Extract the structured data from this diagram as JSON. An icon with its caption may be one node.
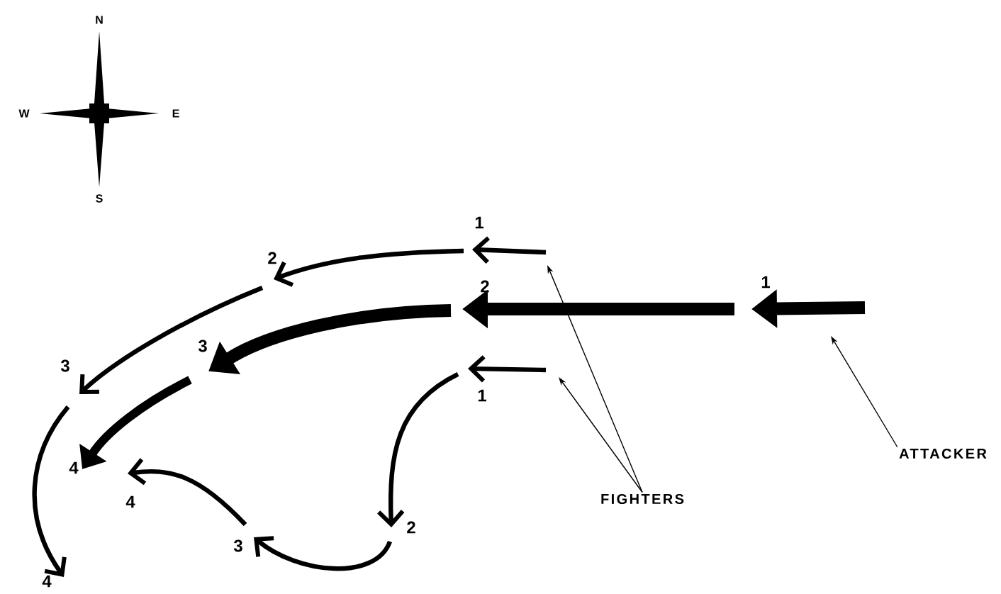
{
  "diagram": {
    "nodes": [
      {
        "text": [
          "FIGHTERS"
        ]
      },
      {
        "text": [
          "ATTACKER"
        ]
      }
    ],
    "edges": [
      {
        "from": 0,
        "to": null,
        "arrow": "to"
      },
      {
        "from": 0,
        "to": null,
        "arrow": "to"
      },
      {
        "from": 1,
        "to": null,
        "arrow": "to"
      }
    ],
    "labels": [
      "N",
      "W",
      "E",
      "S",
      "1",
      "2",
      "2",
      "1",
      "3",
      "3",
      "1",
      "4",
      "4",
      "2",
      "3",
      "4"
    ]
  }
}
